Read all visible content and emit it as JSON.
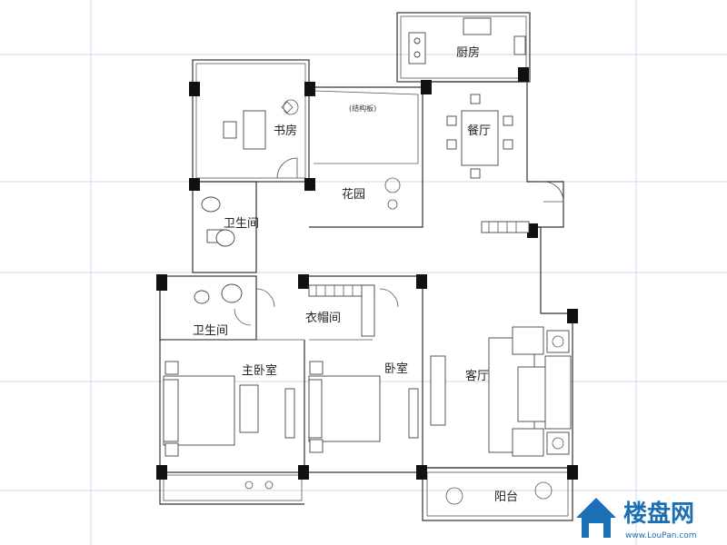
{
  "rooms": {
    "kitchen": "厨房",
    "study": "书房",
    "structure_board": "(结构板)",
    "dining": "餐厅",
    "garden": "花园",
    "bathroom_upper": "卫生间",
    "bathroom_lower": "卫生间",
    "cloakroom": "衣帽间",
    "master_bedroom": "主卧室",
    "bedroom": "卧室",
    "living_room": "客厅",
    "balcony": "阳台"
  },
  "watermark": {
    "brand": "楼盘网",
    "url": "www.LouPan.com"
  },
  "colors": {
    "wall": "#333333",
    "pillar": "#111111",
    "background_grid": "#c9d9ea",
    "watermark_blue": "#1a6fb5"
  }
}
